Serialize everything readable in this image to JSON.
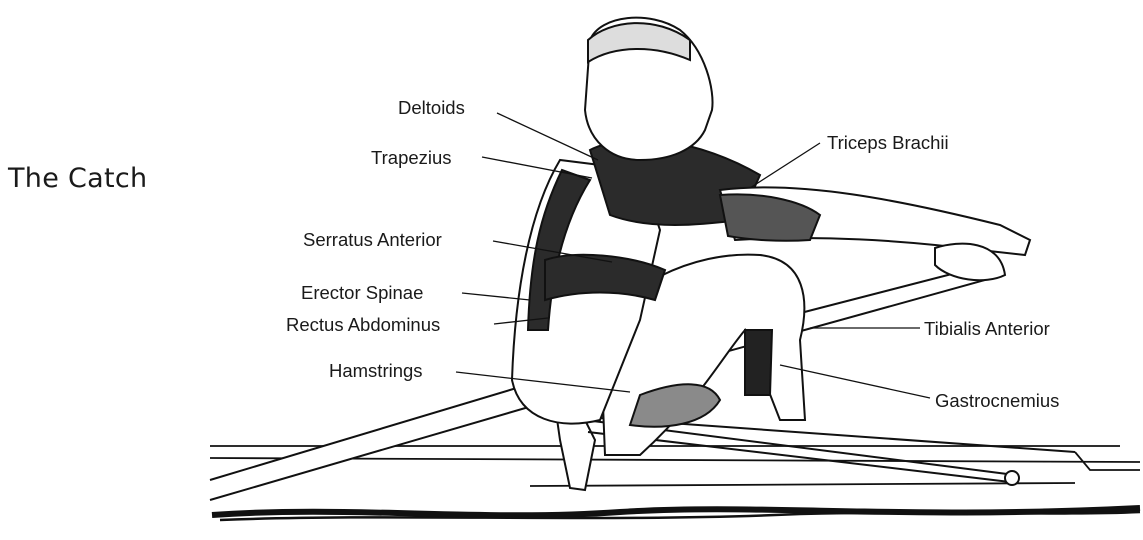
{
  "title": "The Catch",
  "labels": {
    "deltoids": "Deltoids",
    "trapezius": "Trapezius",
    "serratus_anterior": "Serratus Anterior",
    "erector_spinae": "Erector Spinae",
    "rectus_abdominus": "Rectus Abdominus",
    "hamstrings": "Hamstrings",
    "triceps_brachii": "Triceps Brachii",
    "tibialis_anterior": "Tibialis Anterior",
    "gastrocnemius": "Gastrocnemius"
  },
  "colors": {
    "ink": "#1a1a1a",
    "muscle": "#2b2b2b",
    "highlight": "#8a8a8a"
  }
}
